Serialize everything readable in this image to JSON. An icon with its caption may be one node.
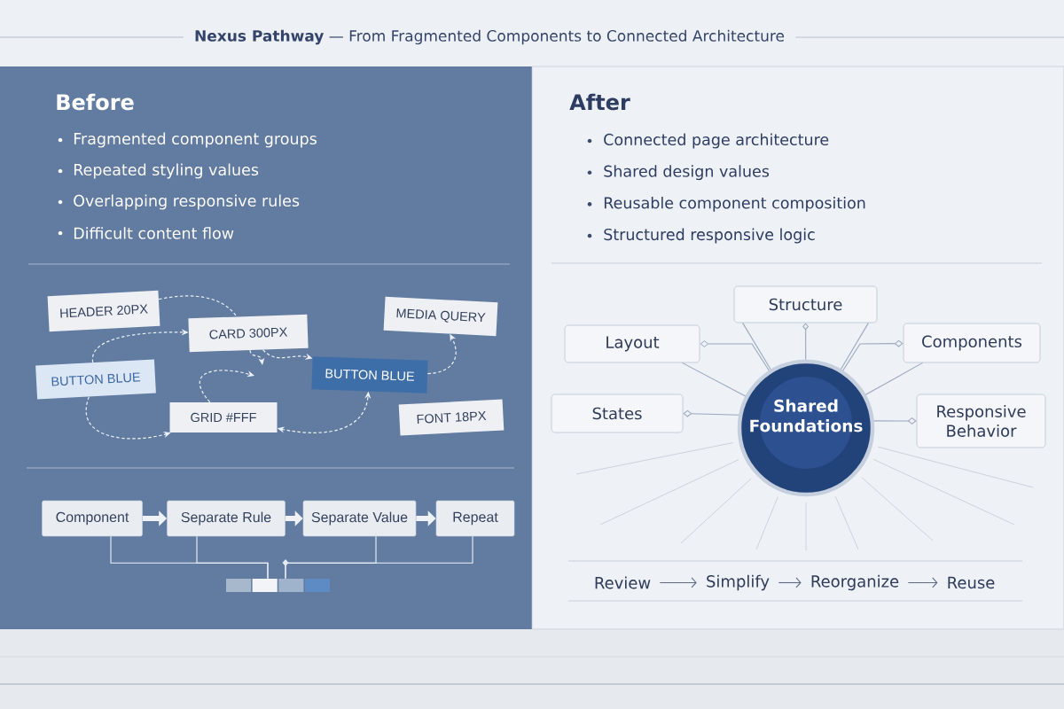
{
  "diagram": {
    "title": "**Nexus Pathway** — From Fragmented Components to Connected Architecture",
    "nodes": [
      {
        "text": [
          "Before",
          "Fragmented component groups",
          "Repeated styling values",
          "Overlapping responsive rules",
          "Difficult content flow"
        ]
      },
      {
        "text": [
          "HEADER 20PX"
        ],
        "in": 0
      },
      {
        "text": [
          "CARD 300PX"
        ],
        "in": 0
      },
      {
        "text": [
          "MEDIA QUERY"
        ],
        "in": 0
      },
      {
        "text": [
          "BUTTON BLUE"
        ],
        "in": 0
      },
      {
        "text": [
          "BUTTON BLUE"
        ],
        "in": 0
      },
      {
        "text": [
          "GRID #FFF"
        ],
        "in": 0
      },
      {
        "text": [
          "FONT 18PX"
        ],
        "in": 0
      },
      {
        "text": [
          "Component"
        ],
        "in": 0
      },
      {
        "text": [
          "Separate Rule"
        ],
        "in": 0
      },
      {
        "text": [
          "Separate Value"
        ],
        "in": 0
      },
      {
        "text": [
          "Repeat"
        ],
        "in": 0
      },
      {
        "text": [],
        "shape": "bar",
        "in": 0
      },
      {
        "text": [
          "After",
          "Connected page architecture",
          "Shared design values",
          "Reusable component composition",
          "Structured responsive logic"
        ]
      },
      {
        "text": [
          "Structure"
        ],
        "in": 13
      },
      {
        "text": [
          "Layout"
        ],
        "in": 13
      },
      {
        "text": [
          "Components"
        ],
        "in": 13
      },
      {
        "text": [
          "States"
        ],
        "in": 13
      },
      {
        "text": [
          "Shared Foundations"
        ],
        "in": 13
      },
      {
        "text": [
          "Responsive Behavior"
        ],
        "in": 13
      },
      {
        "text": [
          "Review"
        ],
        "in": 13
      },
      {
        "text": [
          "Simplify"
        ],
        "in": 13
      },
      {
        "text": [
          "Reorganize"
        ],
        "in": 13
      },
      {
        "text": [
          "Reuse"
        ],
        "in": 13
      }
    ],
    "edges": [
      {
        "from": 4,
        "to": 2,
        "arrow": "to",
        "style": "dashed"
      },
      {
        "from": 1,
        "to": 2,
        "arrow": "none",
        "style": "dashed"
      },
      {
        "from": 2,
        "to": 5,
        "arrow": "to",
        "style": "dashed"
      },
      {
        "from": 2,
        "to": null,
        "arrow": "to",
        "style": "dashed"
      },
      {
        "from": 6,
        "to": null,
        "arrow": "to",
        "style": "dashed"
      },
      {
        "from": 4,
        "to": 6,
        "arrow": "to",
        "style": "dashed"
      },
      {
        "from": 6,
        "to": 5,
        "arrow": "both",
        "style": "dashed"
      },
      {
        "from": 5,
        "to": 3,
        "arrow": "to",
        "style": "dashed"
      },
      {
        "from": 8,
        "to": 9,
        "arrow": "to",
        "style": "thick"
      },
      {
        "from": 9,
        "to": 10,
        "arrow": "to",
        "style": "thick"
      },
      {
        "from": 10,
        "to": 11,
        "arrow": "to",
        "style": "thick"
      },
      {
        "from": 8,
        "to": 12,
        "arrow": "none"
      },
      {
        "from": 9,
        "to": 12,
        "arrow": "none"
      },
      {
        "from": 10,
        "to": 12,
        "arrow": "none"
      },
      {
        "from": 11,
        "to": 12,
        "arrow": "none"
      },
      {
        "from": 18,
        "to": 14,
        "arrow": "other",
        "color": "#9aa8bf"
      },
      {
        "from": 14,
        "to": 18,
        "arrow": "none",
        "color": "#9aa8bf"
      },
      {
        "from": 14,
        "to": 18,
        "arrow": "none",
        "color": "#9aa8bf"
      },
      {
        "from": 18,
        "to": 15,
        "arrow": "other",
        "color": "#9aa8bf"
      },
      {
        "from": 15,
        "to": 18,
        "arrow": "none",
        "color": "#9aa8bf"
      },
      {
        "from": 18,
        "to": 16,
        "arrow": "other",
        "color": "#9aa8bf"
      },
      {
        "from": 16,
        "to": 18,
        "arrow": "none",
        "color": "#9aa8bf"
      },
      {
        "from": 18,
        "to": 17,
        "arrow": "other",
        "color": "#9aa8bf"
      },
      {
        "from": 18,
        "to": 19,
        "arrow": "other",
        "color": "#9aa8bf"
      },
      {
        "from": 20,
        "to": 21,
        "arrow": "to",
        "color": "#5d6a86"
      },
      {
        "from": 21,
        "to": 22,
        "arrow": "to",
        "color": "#5d6a86"
      },
      {
        "from": 22,
        "to": 23,
        "arrow": "to",
        "color": "#5d6a86"
      }
    ]
  }
}
